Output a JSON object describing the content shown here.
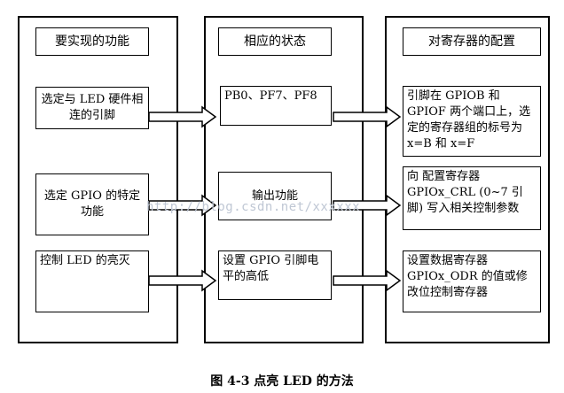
{
  "diagram": {
    "columns": [
      {
        "header": "要实现的功能",
        "items": [
          "选定与 LED 硬件相连的引脚",
          "选定 GPIO 的特定功能",
          "控制 LED 的亮灭"
        ]
      },
      {
        "header": "相应的状态",
        "items": [
          "PB0、PF7、PF8",
          "输出功能",
          "设置 GPIO 引脚电平的高低"
        ]
      },
      {
        "header": "对寄存器的配置",
        "items": [
          "引脚在 GPIOB 和 GPIOF 两个端口上，选定的寄存器组的标号为 x=B 和 x=F",
          "向 配置寄存器 GPIOx_CRL (0~7 引脚) 写入相关控制参数",
          "设置数据寄存器 GPIOx_ODR 的值或修改位控制寄存器"
        ]
      }
    ],
    "caption": "图 4-3  点亮 LED 的方法",
    "watermark": "http://blog.csdn.net/xxxxxx"
  }
}
